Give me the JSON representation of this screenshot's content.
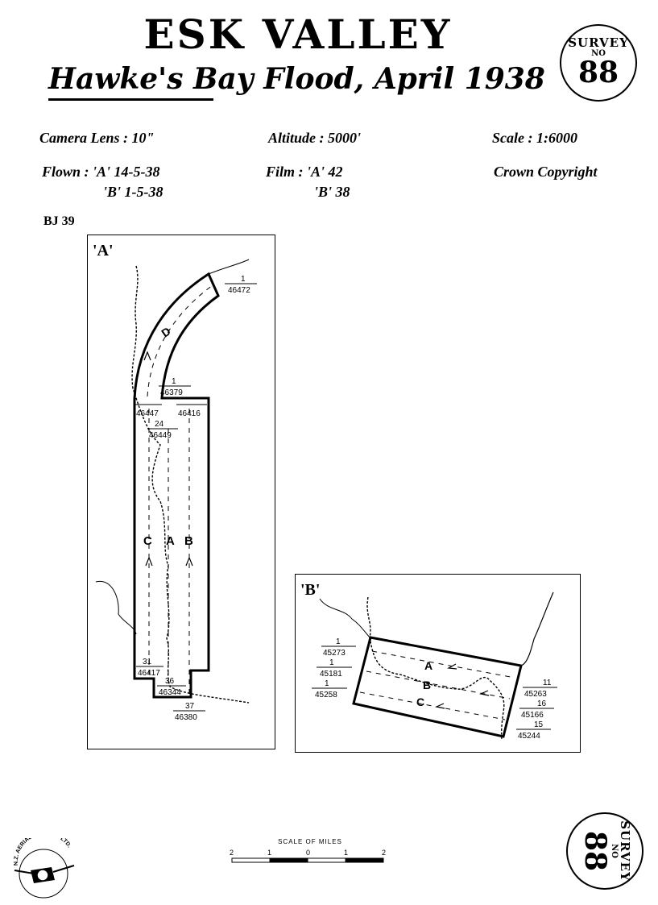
{
  "header": {
    "title": "ESK VALLEY",
    "subtitle": "Hawke's Bay Flood, April 1938"
  },
  "badges": {
    "line1": "SURVEY",
    "line2": "NO",
    "number": "88"
  },
  "info": {
    "lens": "Camera Lens : 10\"",
    "altitude": "Altitude : 5000'",
    "scale": "Scale : 1:6000",
    "flown_a": "Flown : 'A'  14-5-38",
    "flown_b": "'B'  1-5-38",
    "film_a": "Film : 'A'  42",
    "film_b": "'B'  38",
    "copyright": "Crown Copyright"
  },
  "sheet_ref": "BJ 39",
  "map_a": {
    "label": "'A'",
    "runs": [
      "C",
      "A",
      "B",
      "D"
    ],
    "photo_labels": {
      "d_start_top": "1",
      "d_start_bot": "46472",
      "d_end_top": "1",
      "d_end_bot": "46379",
      "c_top": "46447",
      "b_top": "46416",
      "a_top_top": "24",
      "a_top_bot": "46449",
      "c_bottom_top": "31",
      "c_bottom_bot": "46417",
      "a_bottom_top": "36",
      "a_bottom_bot": "46344",
      "b_bottom_top": "37",
      "b_bottom_bot": "46380"
    }
  },
  "map_b": {
    "label": "'B'",
    "runs": [
      "A",
      "B",
      "C"
    ],
    "photo_labels": {
      "a_left_top": "1",
      "a_left_bot": "45273",
      "b_left_top": "1",
      "b_left_bot": "45181",
      "c_left_top": "1",
      "c_left_bot": "45258",
      "a_right_top": "11",
      "a_right_bot": "45263",
      "b_right_top": "16",
      "b_right_bot": "45166",
      "c_right_top": "15",
      "c_right_bot": "45244"
    }
  },
  "scale_bar": {
    "title": "SCALE OF MILES",
    "ticks": [
      "2",
      "1",
      "0",
      "1",
      "2"
    ]
  },
  "logo": {
    "text": "N.Z. AERIAL MAPPING LTD."
  }
}
